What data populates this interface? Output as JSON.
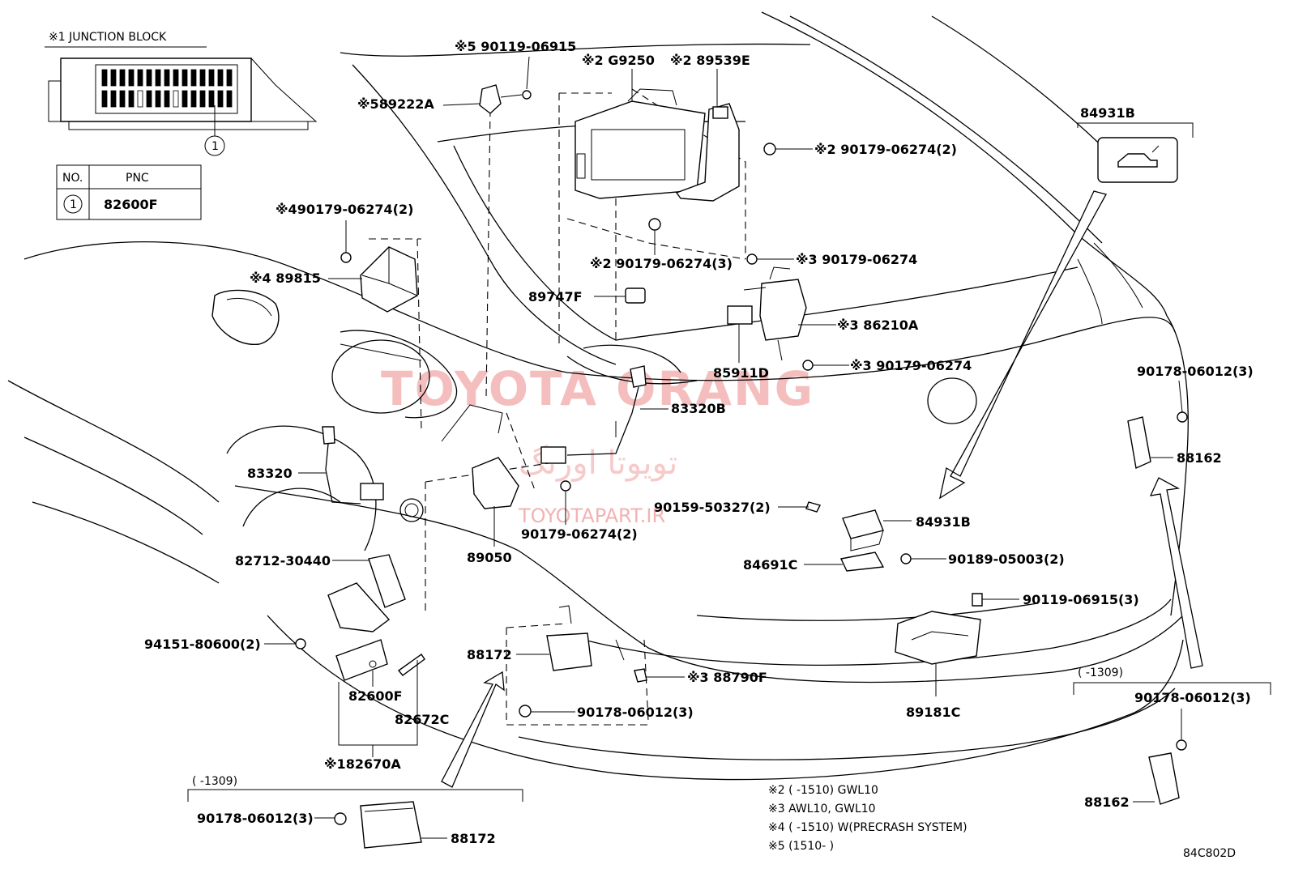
{
  "junction_block": {
    "title": "※1 JUNCTION BLOCK",
    "callout": "1",
    "table_headers": [
      "NO.",
      "PNC"
    ],
    "table_rows": [
      {
        "no": "1",
        "pnc": "82600F"
      }
    ]
  },
  "labels": {
    "p_90119_06915_s5": "※5 90119-06915",
    "p_89222A": "※589222A",
    "p_G9250": "※2 G9250",
    "p_89539E": "※2 89539E",
    "p_90179_2_right": "※2 90179-06274(2)",
    "p_90179_4": "※490179-06274(2)",
    "p_89815": "※4 89815",
    "p_90179_3_mid": "※2 90179-06274(3)",
    "p_90179_s3_top": "※3 90179-06274",
    "p_89747F": "89747F",
    "p_86210A": "※3 86210A",
    "p_85911D": "85911D",
    "p_90179_s3_low": "※3 90179-06274",
    "p_83320B": "83320B",
    "p_83320": "83320",
    "p_90179_2_low": "90179-06274(2)",
    "p_89050": "89050",
    "p_90159": "90159-50327(2)",
    "p_84931B": "84931B",
    "p_84931B_top": "84931B",
    "p_84691C": "84691C",
    "p_90189": "90189-05003(2)",
    "p_82712": "82712-30440",
    "p_94151": "94151-80600(2)",
    "p_88172": "88172",
    "p_88790F": "※3 88790F",
    "p_90178_3_mid": "90178-06012(3)",
    "p_82600F": "82600F",
    "p_82672C": "82672C",
    "p_82670A": "※182670A",
    "p_90119_3": "90119-06915(3)",
    "p_89181C": "89181C",
    "p_90178_3_right": "90178-06012(3)",
    "p_88162": "88162",
    "p_box_left_range": "(      -1309)",
    "p_box_left_90178": "90178-06012(3)",
    "p_box_left_88172": "88172",
    "p_box_right_range": "(      -1309)",
    "p_box_right_90178": "90178-06012(3)",
    "p_box_right_88162": "88162"
  },
  "notes": [
    "※2 (      -1510) GWL10",
    "※3 AWL10, GWL10",
    "※4 (      -1510)  W(PRECRASH SYSTEM)",
    "※5 (1510-      )"
  ],
  "watermarks": {
    "brand": "TOYOTA ORANG",
    "farsi": "تویوتا اورنگ",
    "site": "TOYOTAPART.IR"
  },
  "diagram_code": "84C802D",
  "colors": {
    "ink": "#000000",
    "watermark": "#f2a9a9"
  }
}
